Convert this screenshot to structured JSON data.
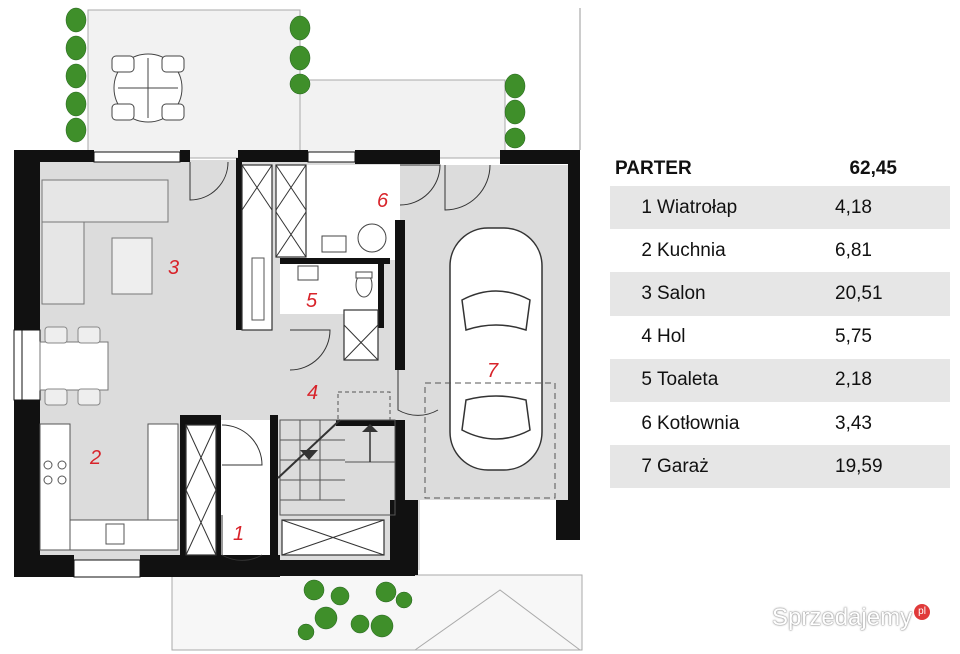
{
  "legend": {
    "title": "PARTER",
    "total": "62,45",
    "rooms": [
      {
        "num": "1",
        "name": "Wiatrołap",
        "area": "4,18"
      },
      {
        "num": "2",
        "name": "Kuchnia",
        "area": "6,81"
      },
      {
        "num": "3",
        "name": "Salon",
        "area": "20,51"
      },
      {
        "num": "4",
        "name": "Hol",
        "area": "5,75"
      },
      {
        "num": "5",
        "name": "Toaleta",
        "area": "2,18"
      },
      {
        "num": "6",
        "name": "Kotłownia",
        "area": "3,43"
      },
      {
        "num": "7",
        "name": "Garaż",
        "area": "19,59"
      }
    ]
  },
  "plan_labels": {
    "r1": "1",
    "r2": "2",
    "r3": "3",
    "r4": "4",
    "r5": "5",
    "r6": "6",
    "r7": "7"
  },
  "watermark": {
    "text": "Sprzedajemy",
    "badge": "pl"
  },
  "colors": {
    "wall": "#111111",
    "floor": "#dcdcdc",
    "terrace": "#f2f2f2",
    "room_number": "#d8232a",
    "legend_stripe": "#e6e6e6",
    "plant": "#3f8f2a"
  }
}
